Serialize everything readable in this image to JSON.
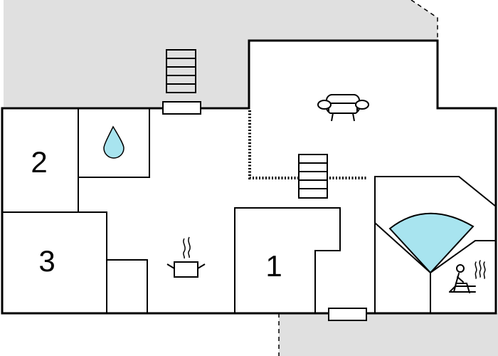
{
  "plan": {
    "rooms": [
      {
        "id": "bedroom-1",
        "label": "1"
      },
      {
        "id": "bedroom-2",
        "label": "2"
      },
      {
        "id": "bedroom-3",
        "label": "3"
      }
    ],
    "icons": [
      "bathroom-water-drop-icon",
      "kitchen-cooking-pot-icon",
      "living-room-sofa-icon",
      "whirlpool-spa-icon",
      "sauna-icon",
      "staircase-icon"
    ],
    "colors": {
      "terrace": "#e0e0e0",
      "wall": "#000000",
      "water": "#a8e4ef",
      "floor": "#ffffff"
    }
  }
}
